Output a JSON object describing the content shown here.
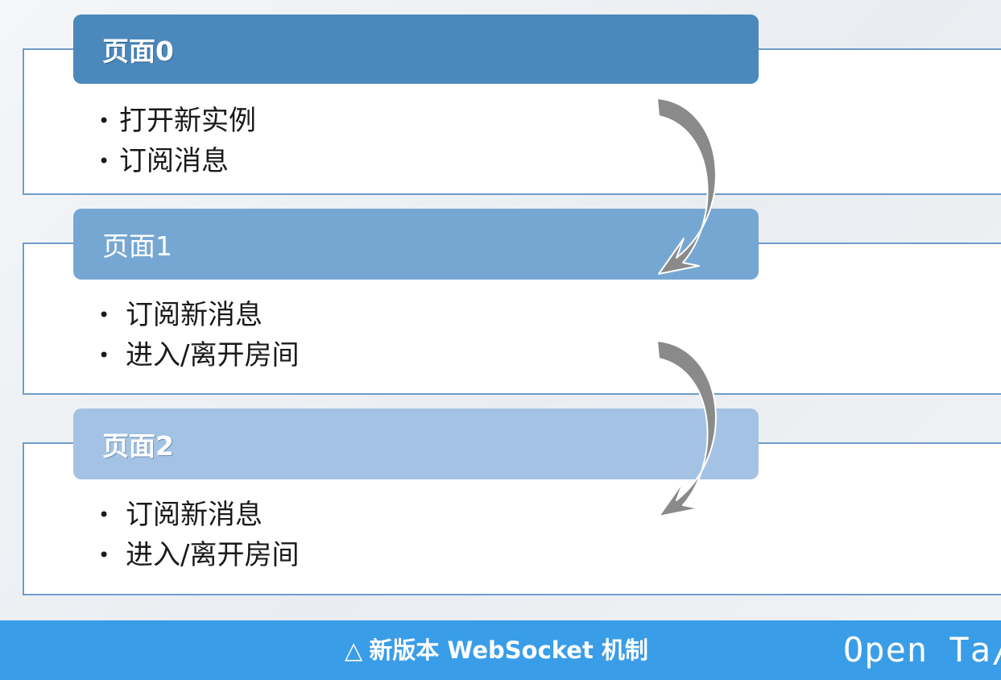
{
  "sections": [
    {
      "title": "页面0",
      "items": [
        "打开新实例",
        "订阅消息"
      ]
    },
    {
      "title": "页面1",
      "items": [
        "订阅新消息",
        "进入/离开房间"
      ]
    },
    {
      "title": "页面2",
      "items": [
        "订阅新消息",
        "进入/离开房间"
      ]
    }
  ],
  "bullet": "•",
  "footer": {
    "triangle": "△",
    "caption": "新版本 WebSocket 机制",
    "logo": "Open Ta//"
  },
  "colors": {
    "header0": "#4b88bb",
    "header1": "#76a7d3",
    "header2": "#a4c3e4",
    "footer": "#3a9de8",
    "arrow": "#8a8a8a"
  },
  "icons": [
    "curved-arrow-icon",
    "triangle-icon"
  ]
}
